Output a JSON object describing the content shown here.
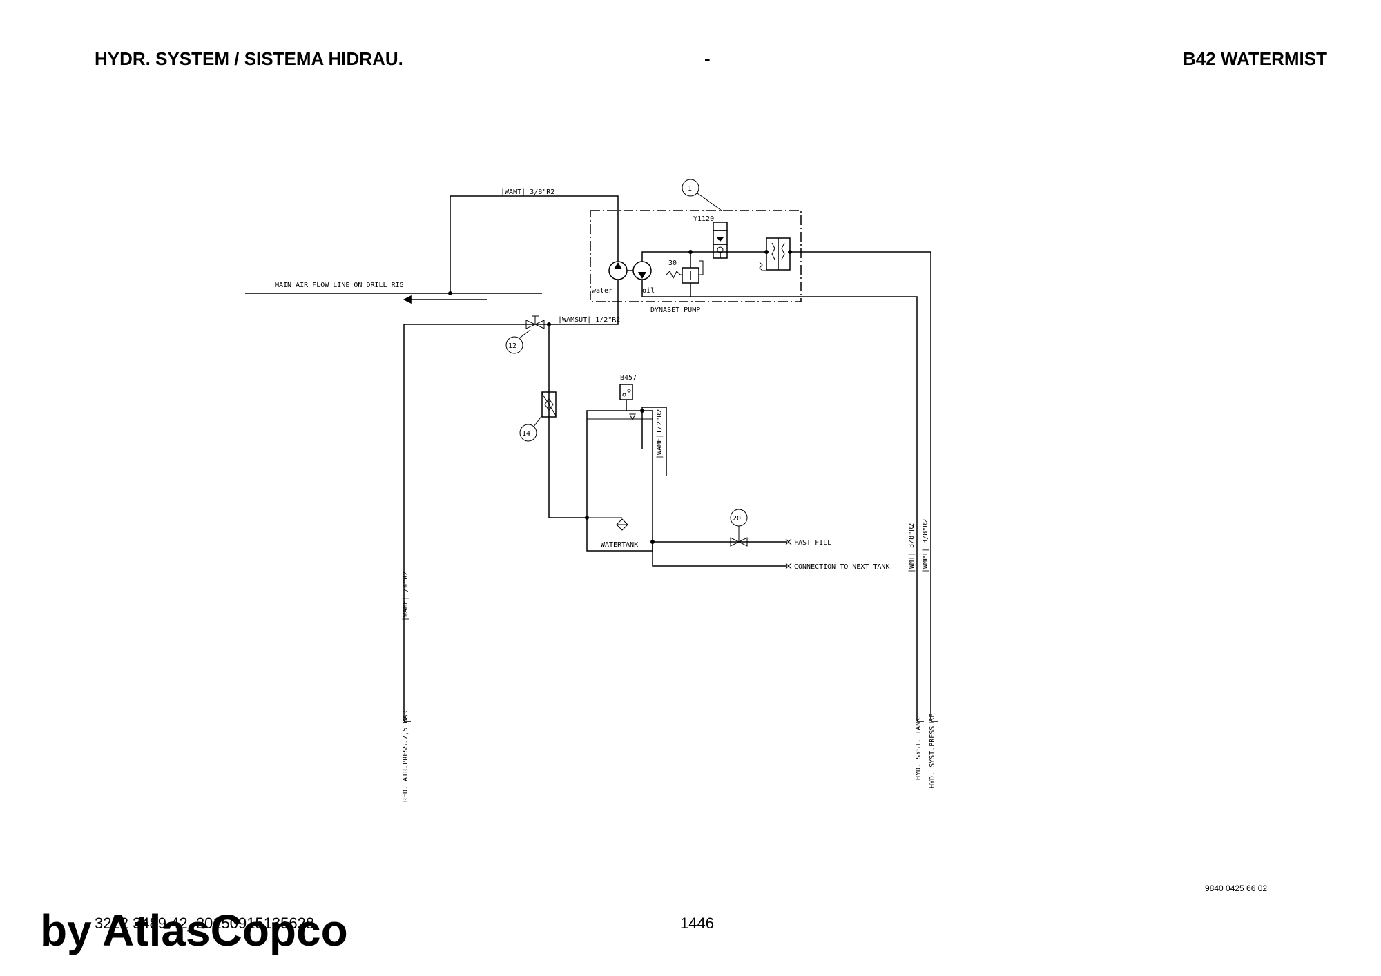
{
  "header": {
    "left": "HYDR. SYSTEM / SISTEMA HIDRAU.",
    "middle": "-",
    "right": "B42 WATERMIST"
  },
  "footer": {
    "drawing_number": "9840 0425 66 02",
    "doc_id": "3222 3489 42_20150915135628",
    "page_number": "1446",
    "watermark": "by AtlasCopco"
  },
  "diagram": {
    "line_wamt": "WAMT",
    "line_wamt_size": "3/8\"R2",
    "main_air_flow": "MAIN AIR FLOW LINE ON DRILL RIG",
    "line_wamsut": "WAMSUT",
    "line_wamsut_size": "1/2\"R2",
    "valve_tag": "Y1120",
    "relief_setting": "30",
    "pump_water_label": "water",
    "pump_oil_label": "oil",
    "pump_name": "DYNASET PUMP",
    "sensor_tag": "B457",
    "line_wame": "WAME",
    "line_wame_size": "1/2\"R2",
    "tank_label": "WATERTANK",
    "fast_fill": "FAST FILL",
    "connection_next_tank": "CONNECTION TO NEXT TANK",
    "line_wamf": "WAMF",
    "line_wamf_size": "1/4\"R2",
    "line_wmt": "WMT",
    "line_wmt_size": "3/8\"R2",
    "line_wmpt": "WMPT",
    "line_wmpt_size": "3/8\"R2",
    "red_air_press": "RED. AIR.PRESS.7,5 BAR",
    "hyd_syst_tank": "HYD. SYST. TANK",
    "hyd_syst_pressure": "HYD. SYST.PRESSURE",
    "item_1": "1",
    "item_12": "12",
    "item_14": "14",
    "item_20": "20"
  }
}
